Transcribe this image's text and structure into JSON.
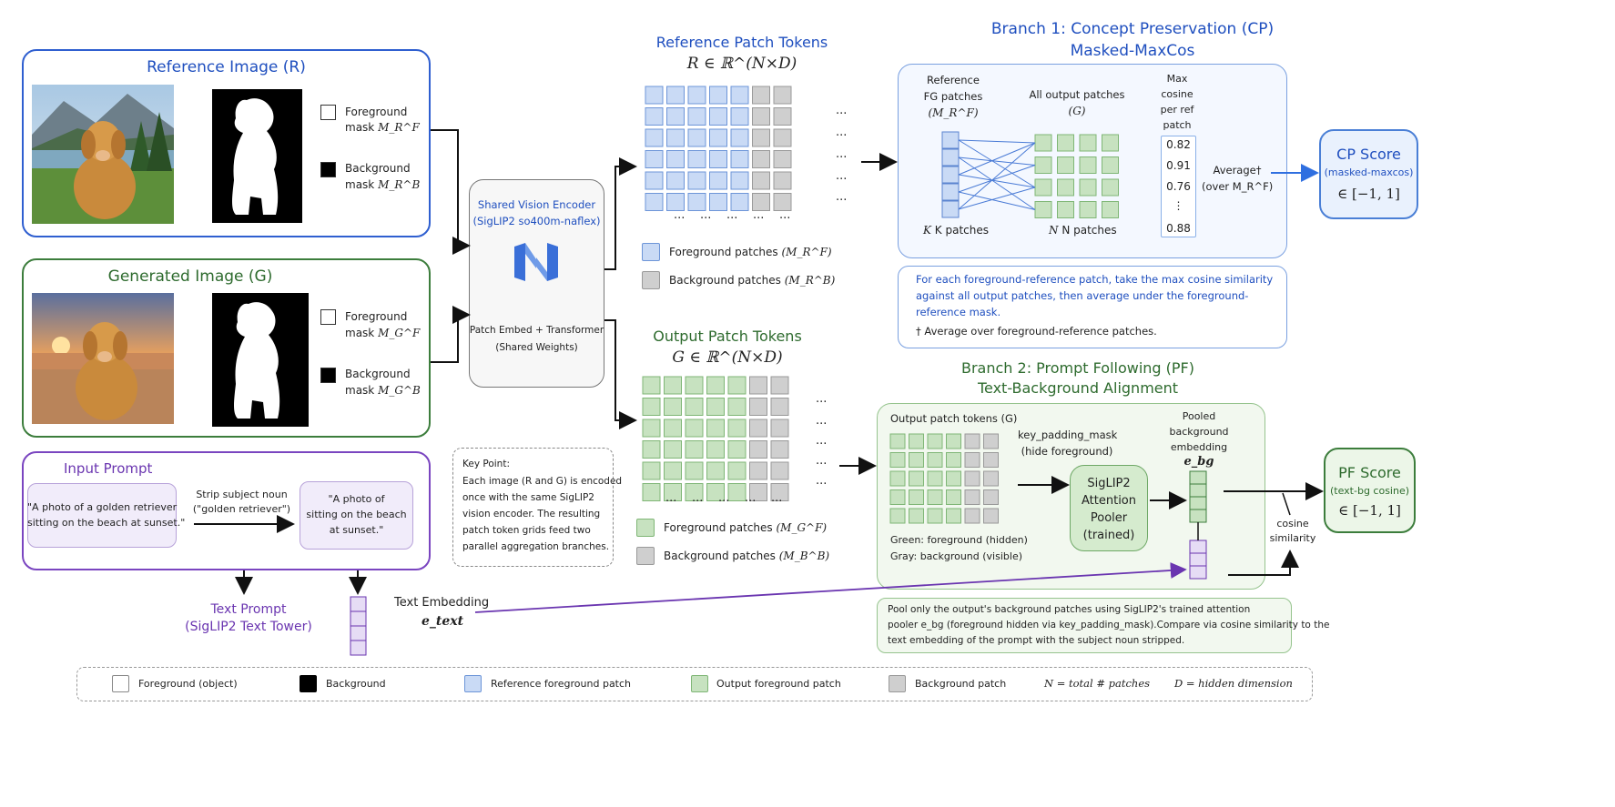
{
  "reference_panel": {
    "title": "Reference Image (R)",
    "fg_label": "Foreground",
    "fg_mask": "mask",
    "fg_math": "M_R^F",
    "bg_label": "Background",
    "bg_mask": "mask",
    "bg_math": "M_R^B"
  },
  "generated_panel": {
    "title": "Generated Image (G)",
    "fg_label": "Foreground",
    "fg_mask": "mask",
    "fg_math": "M_G^F",
    "bg_label": "Background",
    "bg_mask": "mask",
    "bg_math": "M_G^B"
  },
  "input_prompt": {
    "title": "Input Prompt",
    "original_line1": "\"A photo of a golden retriever",
    "original_line2": "sitting on the beach at sunset.\"",
    "strip_line1": "Strip subject noun",
    "strip_line2": "(\"golden retriever\")",
    "stripped_line1": "\"A photo of",
    "stripped_line2": "sitting on the beach",
    "stripped_line3": "at sunset.\""
  },
  "text_prompt": {
    "line1": "Text Prompt",
    "line2": "(SigLIP2 Text Tower)",
    "embedding_label": "Text Embedding",
    "embedding_math": "e_text"
  },
  "encoder": {
    "line1": "Shared Vision Encoder",
    "line2": "(SigLIP2 so400m-naflex)",
    "line3": "Patch Embed + Transformer",
    "line4": "(Shared Weights)"
  },
  "key_point": {
    "title": "Key Point:",
    "lines": [
      "Each image (R and G) is encoded",
      "once with the same SigLIP2",
      "vision encoder. The resulting",
      "patch token grids feed two",
      "parallel aggregation branches."
    ]
  },
  "reference_tokens": {
    "title": "Reference Patch Tokens",
    "math": "R ∈ ℝ^(N×D)",
    "fg_legend": "Foreground patches",
    "fg_math": "(M_R^F)",
    "bg_legend": "Background patches",
    "bg_math": "(M_R^B)",
    "ellipsis": "···"
  },
  "output_tokens": {
    "title": "Output Patch Tokens",
    "math": "G ∈ ℝ^(N×D)",
    "fg_legend": "Foreground patches",
    "fg_math": "(M_G^F)",
    "bg_legend": "Background patches",
    "bg_math": "(M_B^B)",
    "ellipsis": "···"
  },
  "branch1": {
    "title_line1": "Branch 1: Concept Preservation (CP)",
    "title_line2": "Masked-MaxCos",
    "ref_label_line1": "Reference",
    "ref_label_line2": "FG patches",
    "ref_label_math": "(M_R^F)",
    "out_label_line1": "All output patches",
    "out_label_math": "(G)",
    "max_label_lines": [
      "Max",
      "cosine",
      "per ref",
      "patch"
    ],
    "values": [
      "0.82",
      "0.91",
      "0.76",
      "⋮",
      "0.88"
    ],
    "k_label": "K patches",
    "n_label": "N patches",
    "average_line1": "Average†",
    "average_line2": "(over M_R^F)",
    "note_lines": [
      "For each foreground-reference patch, take the max cosine similarity",
      "against all output patches, then average under the foreground-",
      "reference mask."
    ],
    "footnote": "† Average over foreground-reference patches."
  },
  "cp_score": {
    "title": "CP Score",
    "subtitle": "(masked-maxcos)",
    "range": "∈ [−1, 1]"
  },
  "branch2": {
    "title_line1": "Branch 2: Prompt Following (PF)",
    "title_line2": "Text-Background Alignment",
    "tokens_label": "Output patch tokens (G)",
    "mask_line1": "key_padding_mask",
    "mask_line2": "(hide foreground)",
    "pooler_lines": [
      "SigLIP2",
      "Attention",
      "Pooler",
      "(trained)"
    ],
    "pooled_lines": [
      "Pooled",
      "background",
      "embedding"
    ],
    "pooled_math": "e_bg",
    "green_note": "Green: foreground (hidden)",
    "gray_note": "Gray: background (visible)",
    "cos_line1": "cosine",
    "cos_line2": "similarity",
    "note_line1": "Pool only the output's background patches using SigLIP2's trained attention",
    "note_line2": "pooler e_bg (foreground hidden via key_padding_mask).Compare via cosine similarity to the",
    "note_line3": "text embedding of the prompt with the subject noun stripped."
  },
  "pf_score": {
    "title": "PF Score",
    "subtitle": "(text-bg cosine)",
    "range": "∈ [−1, 1]"
  },
  "legend": {
    "foreground": "Foreground (object)",
    "background": "Background",
    "ref_fg": "Reference foreground patch",
    "out_fg": "Output foreground patch",
    "bg_patch": "Background patch",
    "n_def": "N = total # patches",
    "d_def": "D = hidden dimension"
  },
  "colors": {
    "blue_title": "#1f4fbf",
    "green_title": "#2e6b2e",
    "purple_title": "#6a35b0",
    "ref_patch": "#c9daf5",
    "out_patch": "#c7e2c0",
    "bg_patch": "#cfcfcf"
  }
}
